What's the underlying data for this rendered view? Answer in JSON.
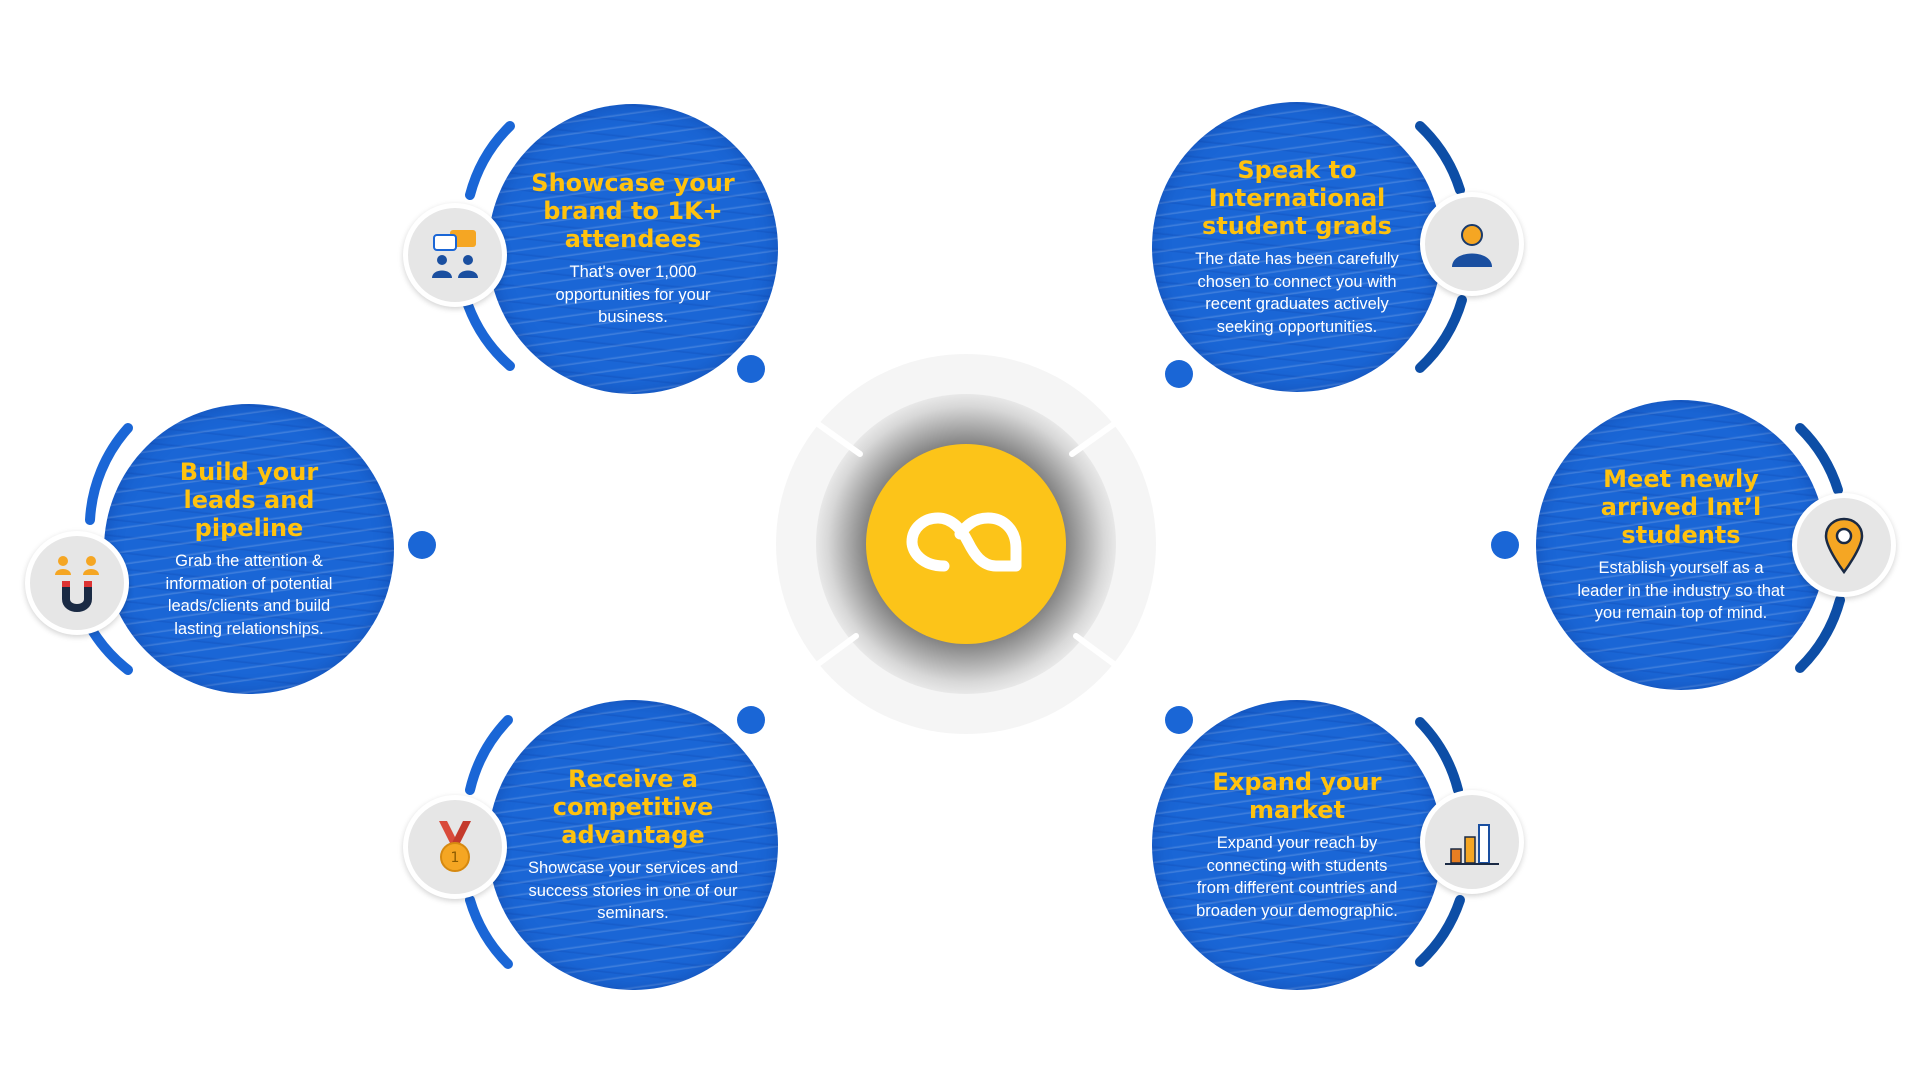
{
  "colors": {
    "blob_blue": "#1a66d6",
    "arc_dark": "#0d4ea6",
    "title_yellow": "#ffc20e",
    "center_yellow": "#fcc419"
  },
  "center": {
    "icon": "infinity-loop-logo-icon"
  },
  "cards": [
    {
      "title": "Showcase your brand to 1K+ attendees",
      "desc": "That's over 1,000 opportunities for your business.",
      "icon": "team-chat-icon"
    },
    {
      "title": "Build your leads and pipeline",
      "desc": "Grab the attention & information of potential leads/clients and build lasting relationships.",
      "icon": "magnet-people-icon"
    },
    {
      "title": "Receive a competitive advantage",
      "desc": "Showcase your services and success stories in one of our seminars.",
      "icon": "medal-icon"
    },
    {
      "title": "Speak to International student grads",
      "desc": "The date has been carefully chosen to connect you with recent graduates actively seeking opportunities.",
      "icon": "person-icon"
    },
    {
      "title": "Meet newly arrived Int’l students",
      "desc": "Establish yourself as a leader in the industry so that you remain top of mind.",
      "icon": "location-pin-icon"
    },
    {
      "title": "Expand your market",
      "desc": "Expand your reach by connecting with students from different countries and broaden your demographic.",
      "icon": "bar-chart-icon"
    }
  ]
}
